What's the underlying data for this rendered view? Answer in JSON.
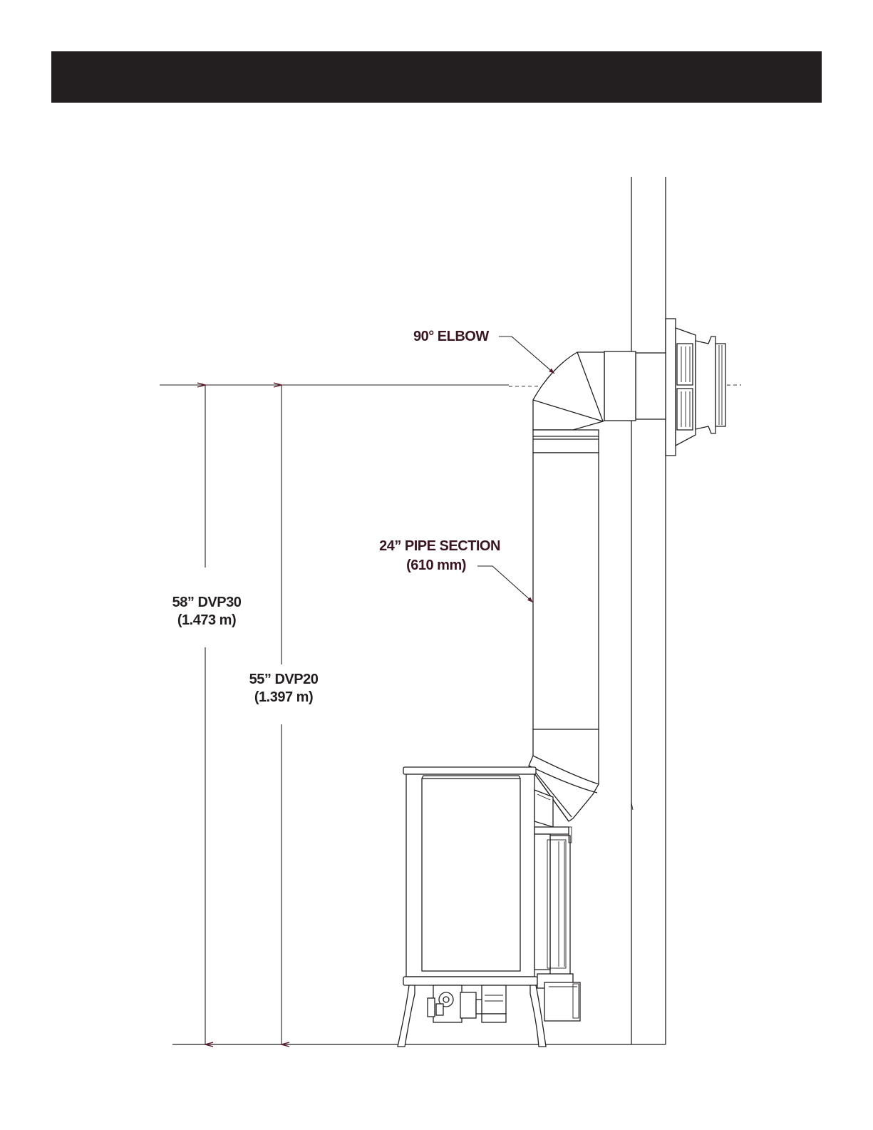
{
  "header": {
    "title": ""
  },
  "labels": {
    "elbow": "90° ELBOW",
    "pipe_line1": "24” PIPE SECTION",
    "pipe_line2": "(610 mm)",
    "dvp30_line1": "58” DVP30",
    "dvp30_line2": "(1.473 m)",
    "dvp20_line1": "55” DVP20",
    "dvp20_line2": "(1.397 m)"
  },
  "colors": {
    "header": "#231f20",
    "label_text": "#3a1620",
    "arrow": "#5a1a2a"
  }
}
